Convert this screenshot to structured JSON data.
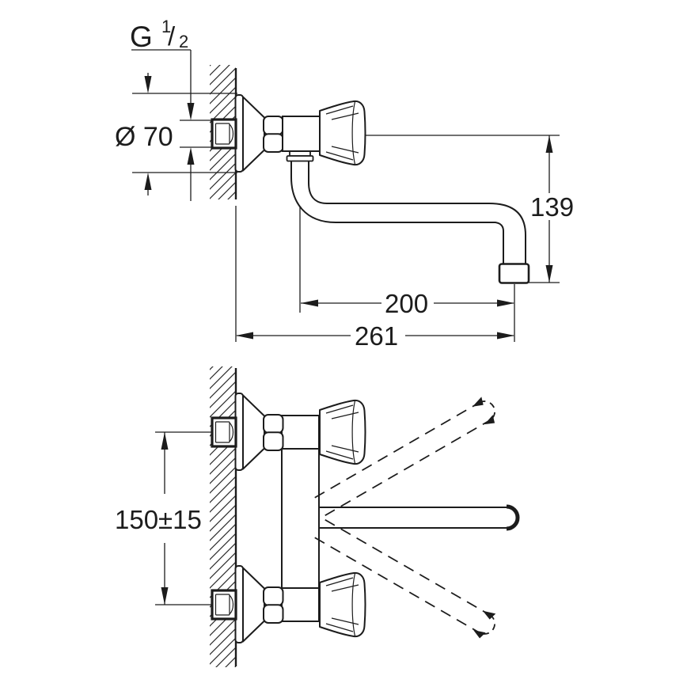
{
  "drawing": {
    "background": "#ffffff",
    "line_color": "#1c1c1c",
    "labels": {
      "thread": {
        "base": "G",
        "numerator": "1",
        "slash": "/",
        "denominator": "2"
      },
      "escutcheon_diameter": "Ø 70",
      "spout_height": "139",
      "spout_reach": "200",
      "total_projection": "261",
      "connection_spacing": "150±15"
    }
  }
}
